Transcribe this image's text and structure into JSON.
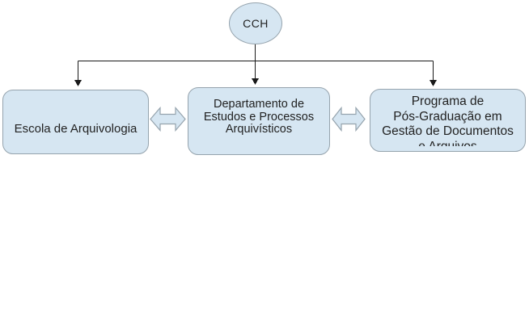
{
  "diagram": {
    "type": "org-chart",
    "root": {
      "label": "CCH"
    },
    "nodes": [
      {
        "text": "Escola de Arquivologia",
        "lines": [
          "Escola de Arquivologia"
        ]
      },
      {
        "text": "Departamento de Estudos e Processos Arquivísticos",
        "lines": [
          "Departamento de",
          "Estudos e Processos",
          "Arquivísticos"
        ]
      },
      {
        "text": "Programa de Pós-Graduação em Gestão de Documentos e Arquivos",
        "lines": [
          "Programa de",
          "Pós-Graduação em",
          "Gestão de Documentos",
          "e Arquivos"
        ],
        "last_line_clipped": true
      }
    ],
    "connectors": {
      "root_to_children": "elbow-lines-with-down-arrowheads",
      "between_siblings": "double-headed-horizontal-block-arrow"
    },
    "colors": {
      "shape_fill": "#d6e6f2",
      "shape_border": "#95a3ad",
      "connector": "#1a1a1a",
      "text": "#222222",
      "background": "#ffffff"
    }
  }
}
